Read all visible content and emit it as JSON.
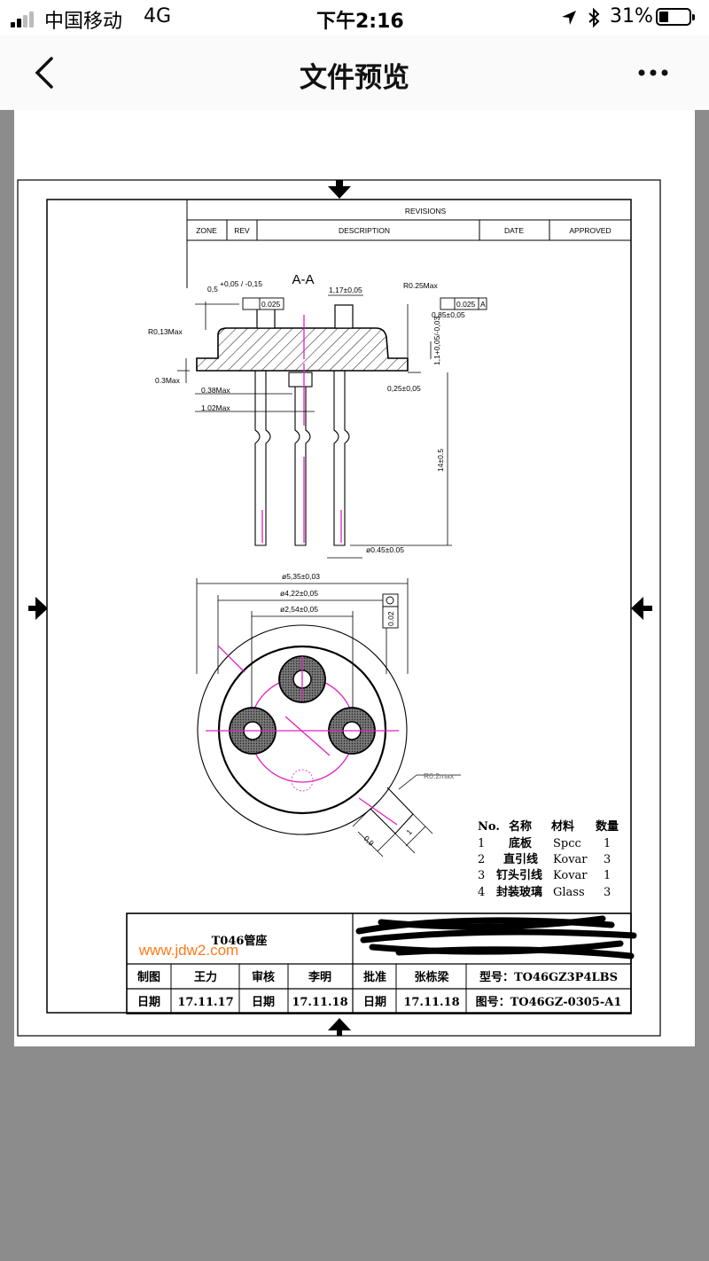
{
  "status_bar": {
    "carrier": "中国移动",
    "network": "4G",
    "time": "下午2:16",
    "battery_percent": "31%",
    "battery_level": 0.31
  },
  "nav": {
    "title": "文件预览",
    "back_icon": "chevron-left-icon",
    "more_icon": "ellipsis-icon"
  },
  "drawing": {
    "revisions": {
      "title": "REVISIONS",
      "columns": [
        "ZONE",
        "REV",
        "DESCRIPTION",
        "DATE",
        "APPROVED"
      ]
    },
    "section_label": "A-A",
    "dims": {
      "d1": "0,5",
      "d1_tol": "+0,05 / -0,15",
      "flat": "0.025",
      "r_left": "R0,13Max",
      "r_right": "R0.25Max",
      "pitch": "1,17±0,05",
      "par": "0.025",
      "datum": "A",
      "h085": "0,85±0,05",
      "h11": "1,1+0,05/-0,03",
      "t03": "0.3Max",
      "d038": "0.38Max",
      "d102": "1.02Max",
      "d025": "0,25±0,05",
      "len": "14±0.5",
      "pin_dia": "ø0.45±0.05",
      "od": "ø5,35±0,03",
      "mid": "ø4,22±0,05",
      "pcd": "ø2,54±0,05",
      "pos_tol": "0.02",
      "r02": "R0.2max",
      "tab_w": "0,9",
      "tab_l": "1"
    },
    "bom": {
      "headers": [
        "No.",
        "名称",
        "材料",
        "数量"
      ],
      "rows": [
        [
          "1",
          "底板",
          "Spcc",
          "1"
        ],
        [
          "2",
          "直引线",
          "Kovar",
          "3"
        ],
        [
          "3",
          "钉头引线",
          "Kovar",
          "1"
        ],
        [
          "4",
          "封装玻璃",
          "Glass",
          "3"
        ]
      ]
    },
    "title_block": {
      "part_name": "T046管座",
      "watermark": "www.jdw2.com",
      "row1": [
        "制图",
        "王力",
        "审核",
        "李明",
        "批准",
        "张栋梁",
        "型号：TO46GZ3P4LBS"
      ],
      "row2": [
        "日期",
        "17.11.17",
        "日期",
        "17.11.18",
        "日期",
        "17.11.18",
        "图号：TO46GZ-0305-A1"
      ]
    }
  }
}
